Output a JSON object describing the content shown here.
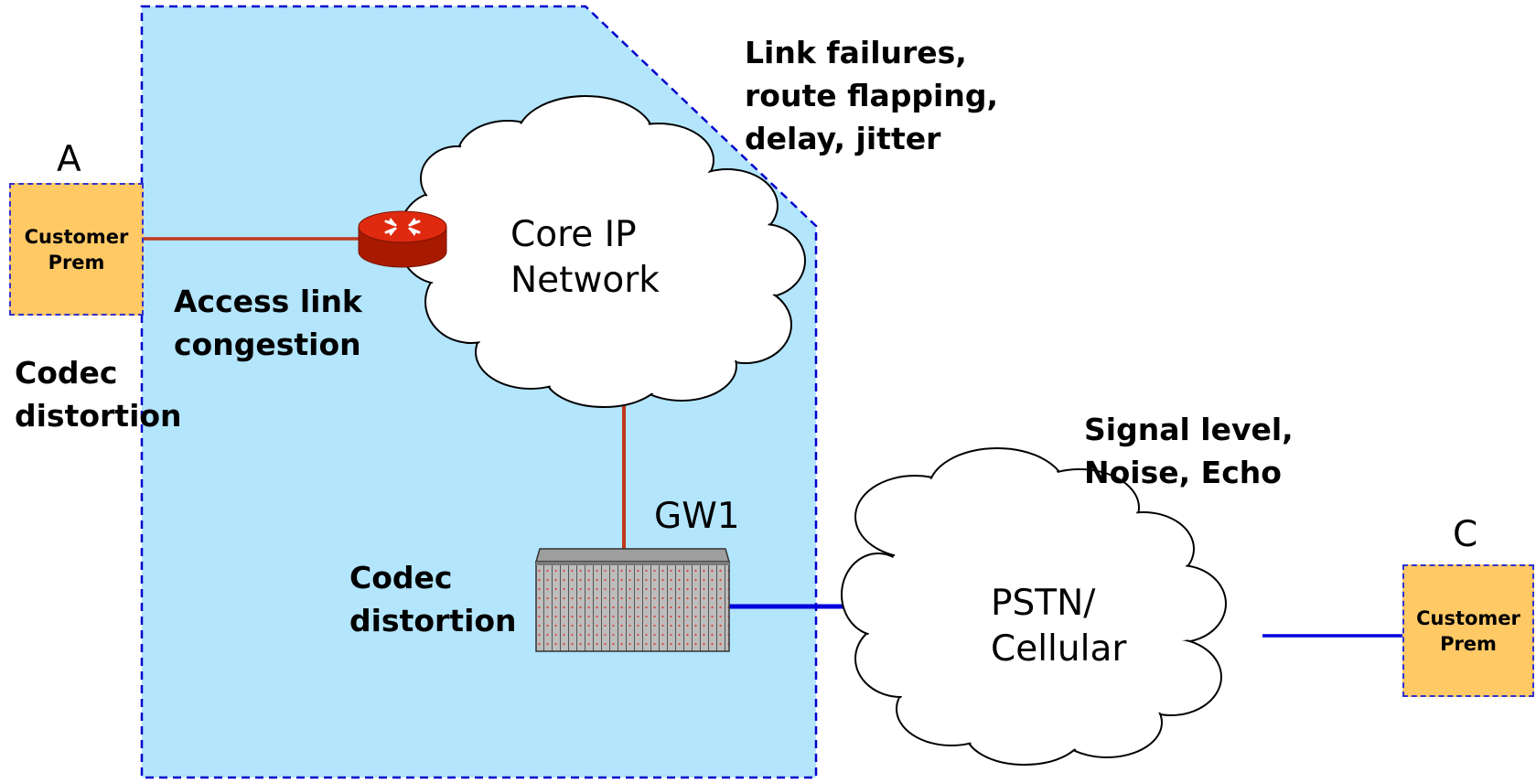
{
  "endpoints": {
    "a": {
      "letter": "A",
      "label_line1": "Customer",
      "label_line2": "Prem"
    },
    "c": {
      "letter": "C",
      "label_line1": "Customer",
      "label_line2": "Prem"
    }
  },
  "clouds": {
    "core": {
      "line1": "Core IP",
      "line2": "Network"
    },
    "pstn": {
      "line1": "PSTN/",
      "line2": "Cellular"
    }
  },
  "gateway": {
    "label": "GW1"
  },
  "annotations": {
    "link_failures": [
      "Link failures,",
      "route flapping,",
      "delay, jitter"
    ],
    "access_link": [
      "Access link",
      "congestion"
    ],
    "codec_a": [
      "Codec",
      "distortion"
    ],
    "codec_gw": [
      "Codec",
      "distortion"
    ],
    "signal": [
      "Signal level,",
      "Noise, Echo"
    ]
  },
  "colors": {
    "region_fill": "#b3e5fc",
    "region_border": "#0000cc",
    "customer_fill": "#ffc966",
    "red_link": "#c0391b",
    "blue_link": "#0000dd",
    "router": "#cc2200"
  }
}
